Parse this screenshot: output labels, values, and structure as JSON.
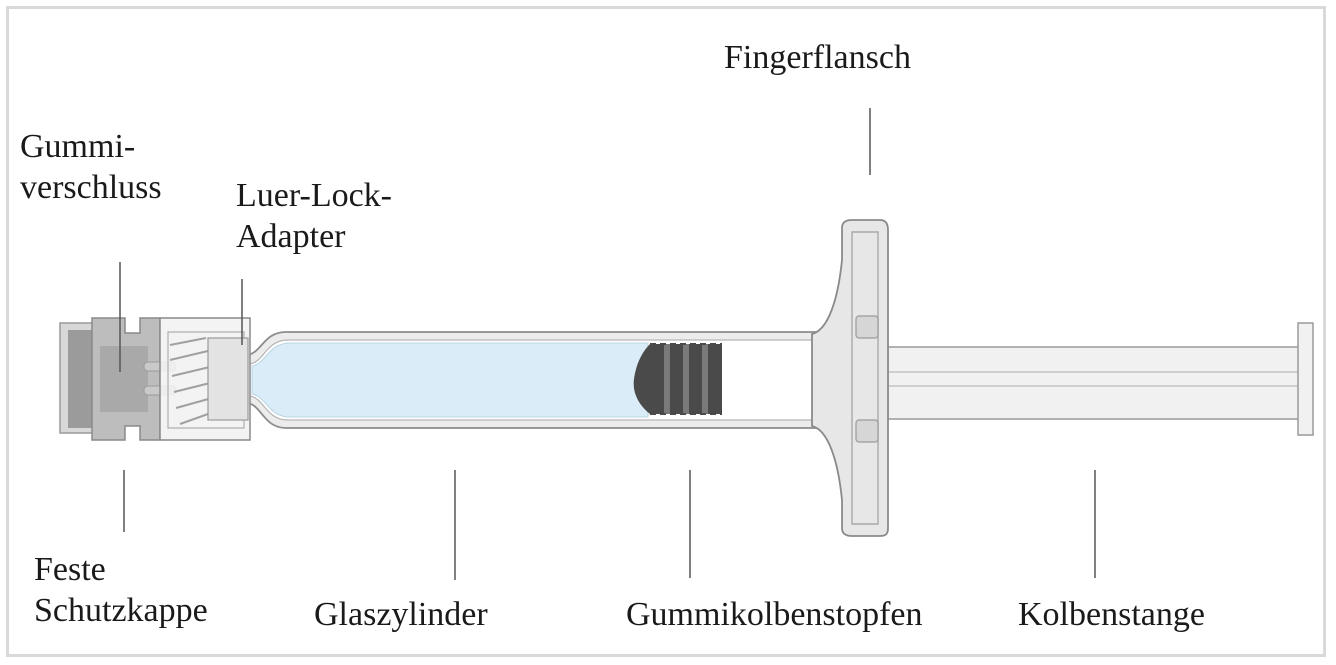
{
  "labels": {
    "gummi": {
      "line1": "Gummi-",
      "line2": "verschluss"
    },
    "luer": {
      "line1": "Luer-Lock-",
      "line2": "Adapter"
    },
    "finger": "Fingerflansch",
    "kappe": {
      "line1": "Feste",
      "line2": "Schutzkappe"
    },
    "glas": "Glaszylinder",
    "stopfen": "Gummikolbenstopfen",
    "stange": "Kolbenstange"
  },
  "colors": {
    "liquid": "#d9ecf7",
    "stopper": "#4d4d4d",
    "cap": "#9a9a9a",
    "outline": "#8a8a8a",
    "plunger": "#eeeeee"
  }
}
